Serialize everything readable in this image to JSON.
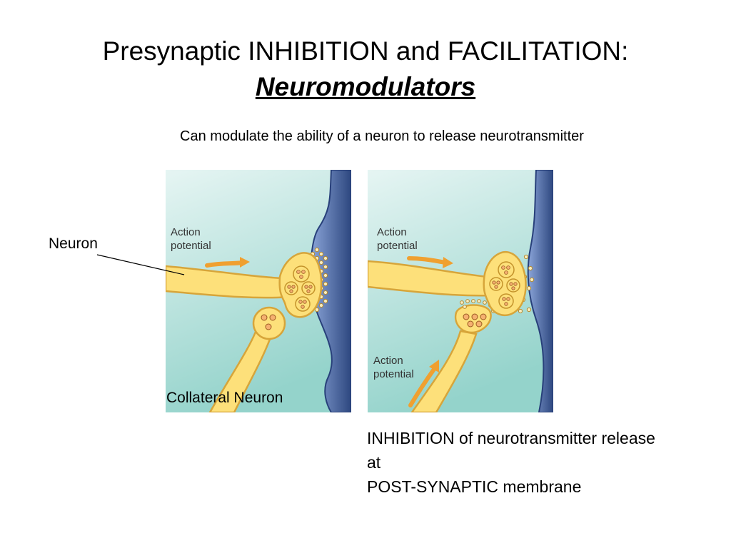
{
  "slide": {
    "title": "Presynaptic INHIBITION and FACILITATION:",
    "subtitle": "Neuromodulators",
    "description": "Can modulate the ability of a neuron to release neurotransmitter"
  },
  "labels": {
    "neuron": "Neuron",
    "collateral_neuron": "Collateral Neuron"
  },
  "panel_left": {
    "action_potential_line1": "Action",
    "action_potential_line2": "potential"
  },
  "panel_right": {
    "action_potential_top_line1": "Action",
    "action_potential_top_line2": "potential",
    "action_potential_bottom_line1": "Action",
    "action_potential_bottom_line2": "potential"
  },
  "caption": {
    "line1": "INHIBITION of neurotransmitter release",
    "line2": "at",
    "line3": "POST-SYNAPTIC membrane"
  },
  "colors": {
    "background_teal": "#a8dcd6",
    "axon_yellow": "#fde07a",
    "axon_outline": "#d7a53a",
    "membrane_blue": "#3d5a9a",
    "arrow_orange": "#f0a030"
  }
}
